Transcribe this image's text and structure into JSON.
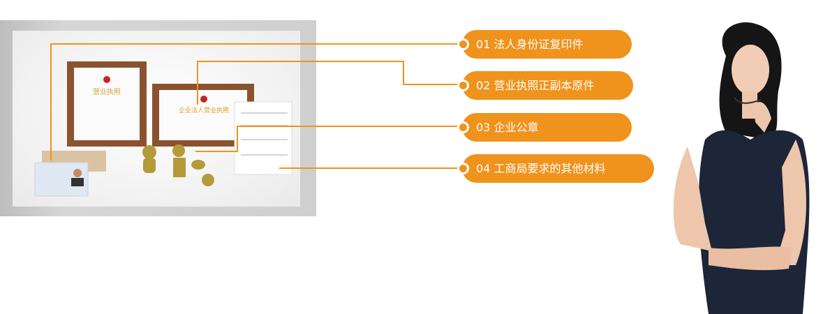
{
  "items": [
    {
      "label": "01 法人身份证复印件"
    },
    {
      "label": "02 营业执照正副本原件"
    },
    {
      "label": "03 企业公章"
    },
    {
      "label": "04 工商局要求的其他材料"
    }
  ],
  "images": {
    "license_title": "营业执照",
    "certificate_title": "企业法人营业执照"
  },
  "colors": {
    "accent": "#ef931d"
  }
}
